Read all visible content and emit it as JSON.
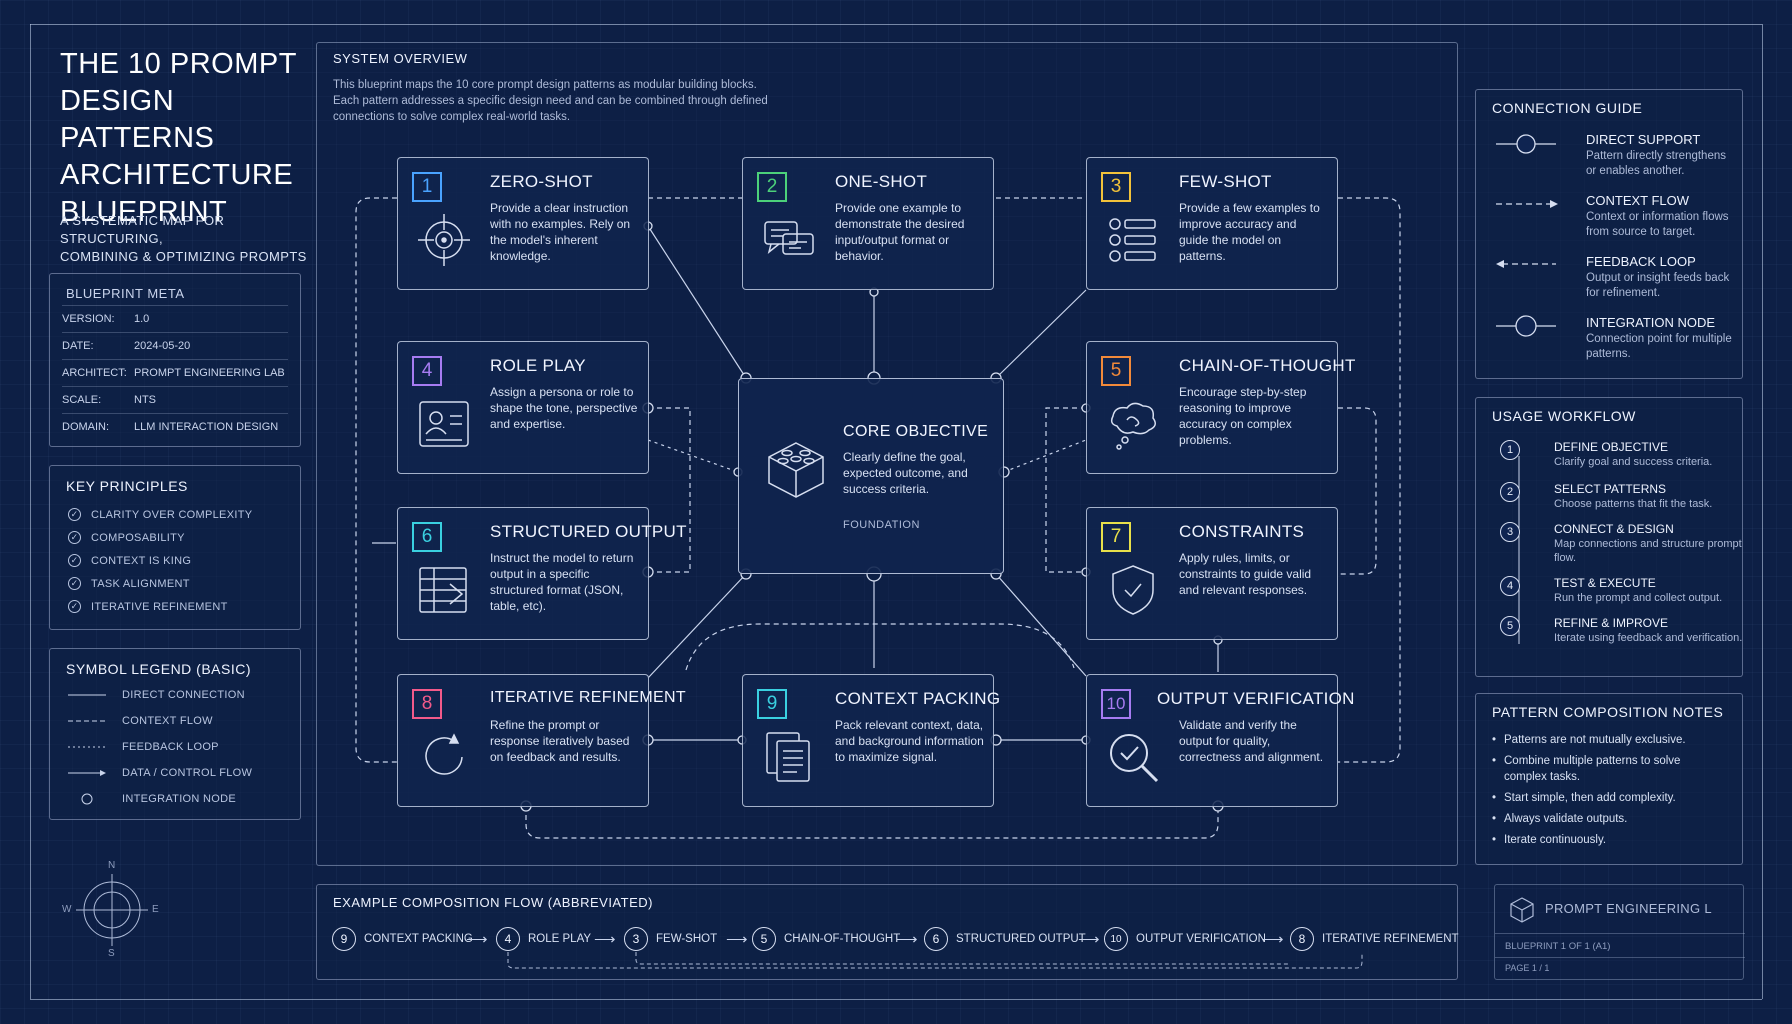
{
  "header": {
    "title_lines": [
      "THE 10 PROMPT",
      "DESIGN PATTERNS",
      "ARCHITECTURE",
      "BLUEPRINT"
    ],
    "subtitle_lines": [
      "A SYSTEMATIC MAP FOR STRUCTURING,",
      "COMBINING & OPTIMIZING PROMPTS"
    ]
  },
  "meta": {
    "title": "BLUEPRINT META",
    "rows": [
      {
        "k": "VERSION:",
        "v": "1.0"
      },
      {
        "k": "DATE:",
        "v": "2024-05-20"
      },
      {
        "k": "ARCHITECT:",
        "v": "PROMPT ENGINEERING LAB"
      },
      {
        "k": "SCALE:",
        "v": "NTS"
      },
      {
        "k": "DOMAIN:",
        "v": "LLM INTERACTION DESIGN"
      }
    ]
  },
  "principles": {
    "title": "KEY PRINCIPLES",
    "items": [
      "CLARITY OVER COMPLEXITY",
      "COMPOSABILITY",
      "CONTEXT IS KING",
      "TASK ALIGNMENT",
      "ITERATIVE REFINEMENT"
    ]
  },
  "legend": {
    "title": "SYMBOL LEGEND (BASIC)",
    "items": [
      "DIRECT CONNECTION",
      "CONTEXT FLOW",
      "FEEDBACK LOOP",
      "DATA / CONTROL FLOW",
      "INTEGRATION NODE"
    ]
  },
  "compass": {
    "n": "N",
    "s": "S",
    "e": "E",
    "w": "W"
  },
  "overview": {
    "title": "SYSTEM OVERVIEW",
    "lines": [
      "This blueprint maps the 10 core prompt design patterns as modular building blocks.",
      "Each pattern addresses a specific design need and can be combined through defined",
      "connections to solve complex real-world tasks."
    ]
  },
  "patterns": [
    {
      "num": "1",
      "title": "ZERO-SHOT",
      "desc": "Provide a clear instruction with no examples. Rely on the model's inherent knowledge.",
      "color": "#4aa3ff",
      "icon": "crosshair-icon"
    },
    {
      "num": "2",
      "title": "ONE-SHOT",
      "desc": "Provide one example to demonstrate the desired input/output format or behavior.",
      "color": "#4cd17a",
      "icon": "chat-bubbles-icon"
    },
    {
      "num": "3",
      "title": "FEW-SHOT",
      "desc": "Provide a few examples to improve accuracy and guide the model on patterns.",
      "color": "#f2c23a",
      "icon": "example-list-icon"
    },
    {
      "num": "4",
      "title": "ROLE PLAY",
      "desc": "Assign a persona or role to shape the tone, perspective and expertise.",
      "color": "#a77cf2",
      "icon": "persona-card-icon"
    },
    {
      "num": "5",
      "title": "CHAIN-OF-THOUGHT",
      "desc": "Encourage step-by-step reasoning to improve accuracy on complex problems.",
      "color": "#f28a3a",
      "icon": "thought-cloud-icon"
    },
    {
      "num": "6",
      "title": "STRUCTURED OUTPUT",
      "desc": "Instruct the model to return output in a specific structured format (JSON, table, etc).",
      "color": "#3ad0e0",
      "icon": "table-icon"
    },
    {
      "num": "7",
      "title": "CONSTRAINTS",
      "desc": "Apply rules, limits, or constraints to guide valid and relevant responses.",
      "color": "#e8e04a",
      "icon": "shield-icon"
    },
    {
      "num": "8",
      "title": "ITERATIVE REFINEMENT",
      "desc": "Refine the prompt or response iteratively based on feedback and results.",
      "color": "#f25a8a",
      "icon": "cycle-icon"
    },
    {
      "num": "9",
      "title": "CONTEXT PACKING",
      "desc": "Pack relevant context, data, and background information to maximize signal.",
      "color": "#3ad0e0",
      "icon": "documents-icon"
    },
    {
      "num": "10",
      "title": "OUTPUT VERIFICATION",
      "desc": "Validate and verify the output for quality, correctness and alignment.",
      "color": "#a77cf2",
      "icon": "magnifier-check-icon"
    }
  ],
  "core": {
    "title": "CORE OBJECTIVE",
    "desc": "Clearly define the goal, expected outcome, and success criteria.",
    "tag": "FOUNDATION"
  },
  "connection_guide": {
    "title": "CONNECTION GUIDE",
    "items": [
      {
        "label": "DIRECT SUPPORT",
        "desc": "Pattern directly strengthens or enables another."
      },
      {
        "label": "CONTEXT FLOW",
        "desc": "Context or information flows from source to target."
      },
      {
        "label": "FEEDBACK LOOP",
        "desc": "Output or insight feeds back for refinement."
      },
      {
        "label": "INTEGRATION NODE",
        "desc": "Connection point for multiple patterns."
      }
    ]
  },
  "workflow": {
    "title": "USAGE WORKFLOW",
    "steps": [
      {
        "n": "1",
        "label": "DEFINE OBJECTIVE",
        "desc": "Clarify goal and success criteria."
      },
      {
        "n": "2",
        "label": "SELECT PATTERNS",
        "desc": "Choose patterns that fit the task."
      },
      {
        "n": "3",
        "label": "CONNECT & DESIGN",
        "desc": "Map connections and structure prompt flow."
      },
      {
        "n": "4",
        "label": "TEST & EXECUTE",
        "desc": "Run the prompt and collect output."
      },
      {
        "n": "5",
        "label": "REFINE & IMPROVE",
        "desc": "Iterate using feedback and verification."
      }
    ]
  },
  "notes": {
    "title": "PATTERN COMPOSITION NOTES",
    "items": [
      "Patterns are not mutually exclusive.",
      "Combine multiple patterns to solve complex tasks.",
      "Start simple, then add complexity.",
      "Always validate outputs.",
      "Iterate continuously."
    ]
  },
  "example_flow": {
    "title": "EXAMPLE COMPOSITION FLOW (ABBREVIATED)",
    "items": [
      {
        "n": "9",
        "label": "CONTEXT PACKING"
      },
      {
        "n": "4",
        "label": "ROLE PLAY"
      },
      {
        "n": "3",
        "label": "FEW-SHOT"
      },
      {
        "n": "5",
        "label": "CHAIN-OF-THOUGHT"
      },
      {
        "n": "6",
        "label": "STRUCTURED OUTPUT"
      },
      {
        "n": "10",
        "label": "OUTPUT VERIFICATION"
      },
      {
        "n": "8",
        "label": "ITERATIVE REFINEMENT"
      }
    ]
  },
  "stamp": {
    "title": "PROMPT ENGINEERING L",
    "line1": "BLUEPRINT 1 OF 1 (A1)",
    "line2": "PAGE 1 / 1"
  },
  "colors": {
    "background": "#0d1f45",
    "line": "#d6def0"
  }
}
